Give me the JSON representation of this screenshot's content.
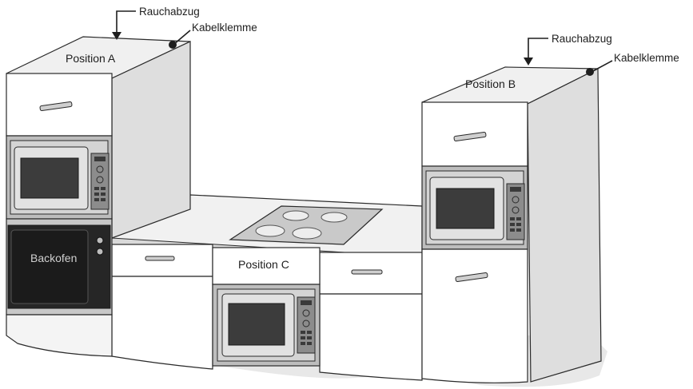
{
  "callouts": {
    "a_vent": "Rauchabzug",
    "a_clamp": "Kabelklemme",
    "b_vent": "Rauchabzug",
    "b_clamp": "Kabelklemme"
  },
  "positions": {
    "a": "Position A",
    "b": "Position B",
    "c": "Position C"
  },
  "oven_label": "Backofen",
  "colors": {
    "line": "#2a2a2a",
    "cabinet_front": "#ffffff",
    "cabinet_side": "#dedede",
    "cabinet_top": "#f0f0f0",
    "microwave_frame": "#c4c4c4",
    "microwave_window": "#3c3c3c",
    "oven": "#262626",
    "hob": "#c9c9c9",
    "floor": "#e6e6e6"
  }
}
